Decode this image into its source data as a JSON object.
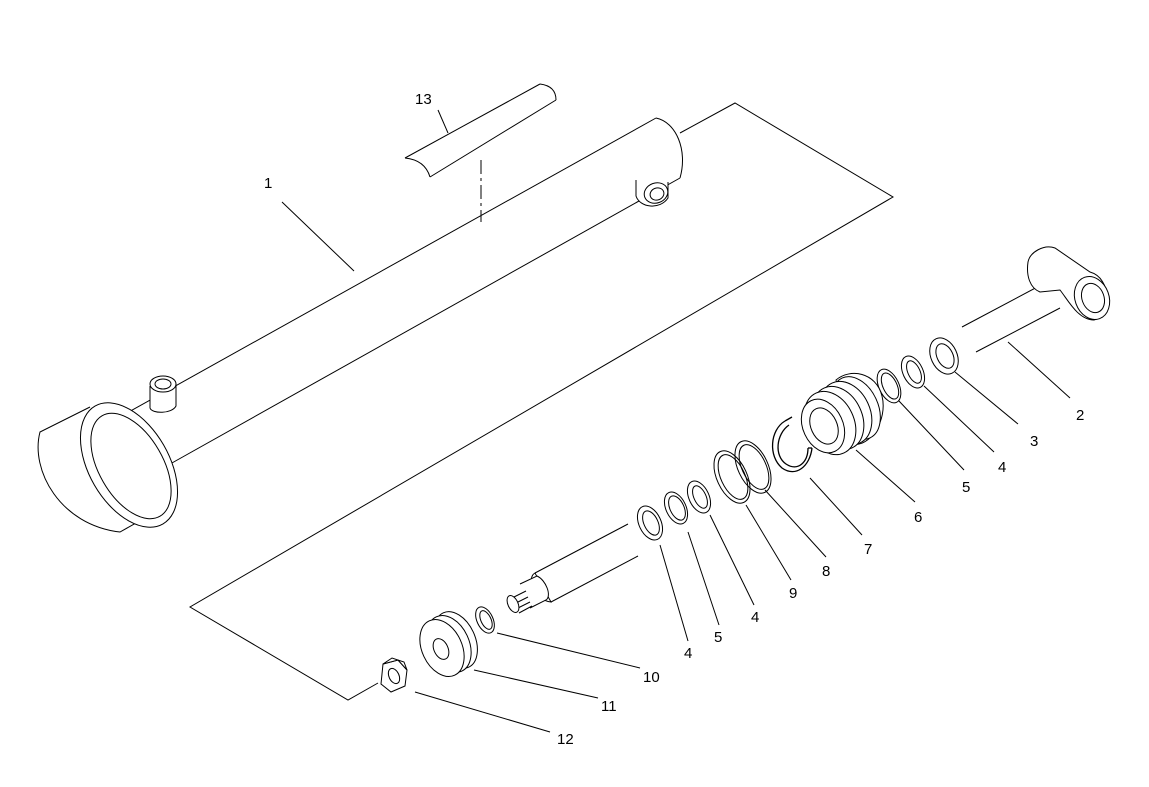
{
  "diagram": {
    "callouts": [
      {
        "id": "c1",
        "label": "1"
      },
      {
        "id": "c2",
        "label": "2"
      },
      {
        "id": "c3",
        "label": "3"
      },
      {
        "id": "c4a",
        "label": "4"
      },
      {
        "id": "c5a",
        "label": "5"
      },
      {
        "id": "c6",
        "label": "6"
      },
      {
        "id": "c7",
        "label": "7"
      },
      {
        "id": "c8",
        "label": "8"
      },
      {
        "id": "c9",
        "label": "9"
      },
      {
        "id": "c4b",
        "label": "4"
      },
      {
        "id": "c5b",
        "label": "5"
      },
      {
        "id": "c4c",
        "label": "4"
      },
      {
        "id": "c10",
        "label": "10"
      },
      {
        "id": "c11",
        "label": "11"
      },
      {
        "id": "c12",
        "label": "12"
      },
      {
        "id": "c13",
        "label": "13"
      }
    ]
  }
}
